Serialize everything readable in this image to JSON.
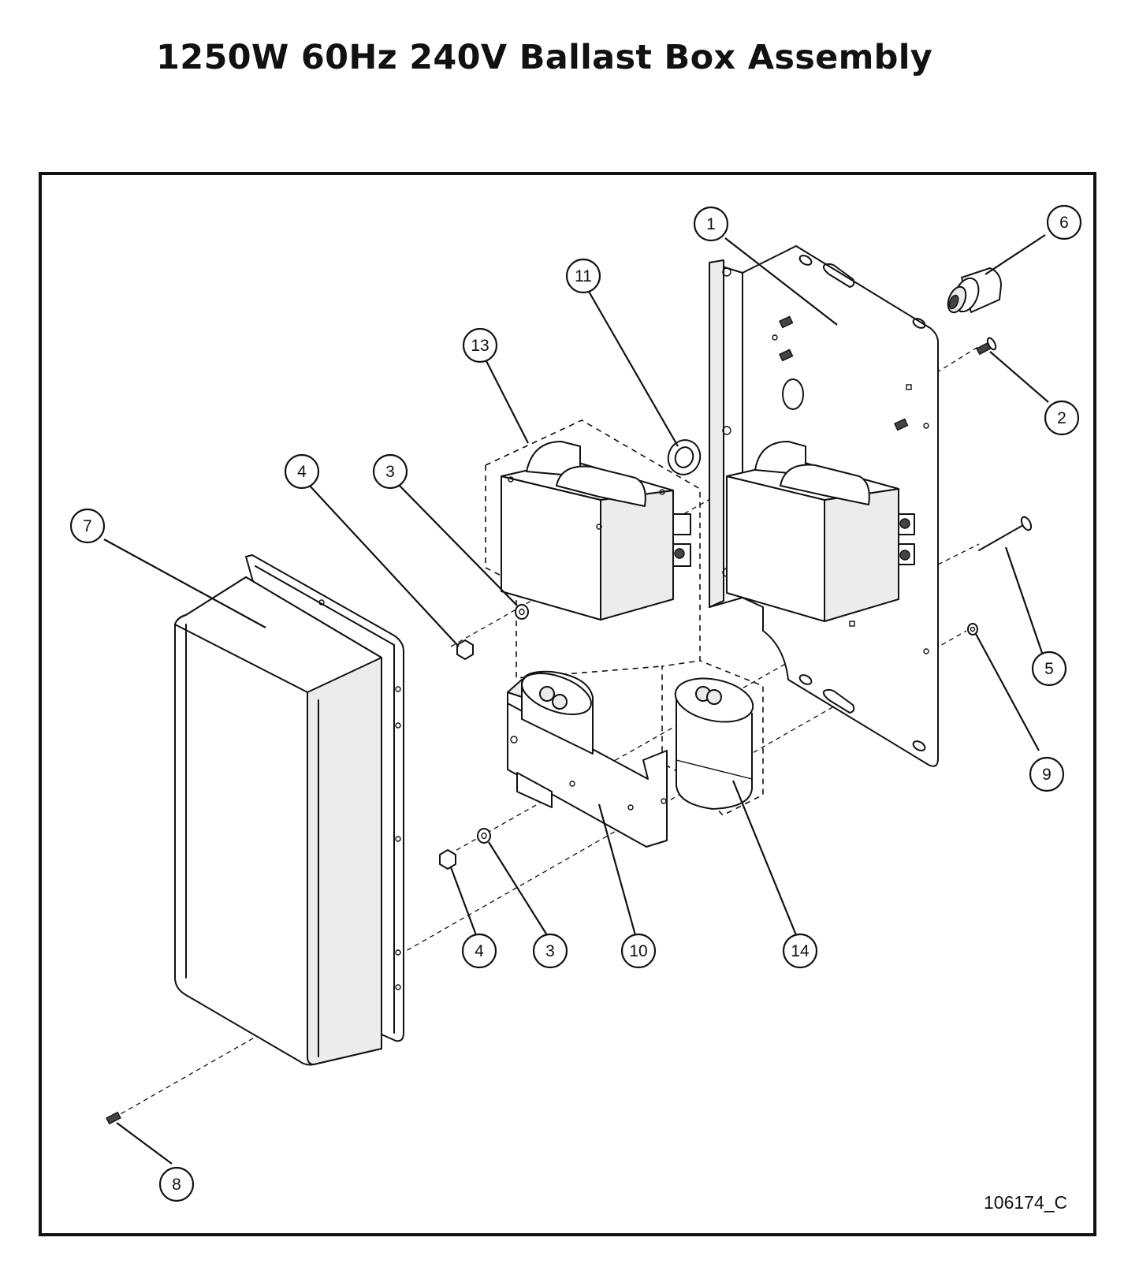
{
  "title": "1250W 60Hz 240V Ballast Box Assembly",
  "drawing_number": "106174_C",
  "callouts": [
    {
      "id": "1",
      "label": "1"
    },
    {
      "id": "2",
      "label": "2"
    },
    {
      "id": "3a",
      "label": "3"
    },
    {
      "id": "3b",
      "label": "3"
    },
    {
      "id": "4a",
      "label": "4"
    },
    {
      "id": "4b",
      "label": "4"
    },
    {
      "id": "5",
      "label": "5"
    },
    {
      "id": "6",
      "label": "6"
    },
    {
      "id": "7",
      "label": "7"
    },
    {
      "id": "8",
      "label": "8"
    },
    {
      "id": "9",
      "label": "9"
    },
    {
      "id": "10",
      "label": "10"
    },
    {
      "id": "11",
      "label": "11"
    },
    {
      "id": "13",
      "label": "13"
    },
    {
      "id": "14",
      "label": "14"
    }
  ]
}
